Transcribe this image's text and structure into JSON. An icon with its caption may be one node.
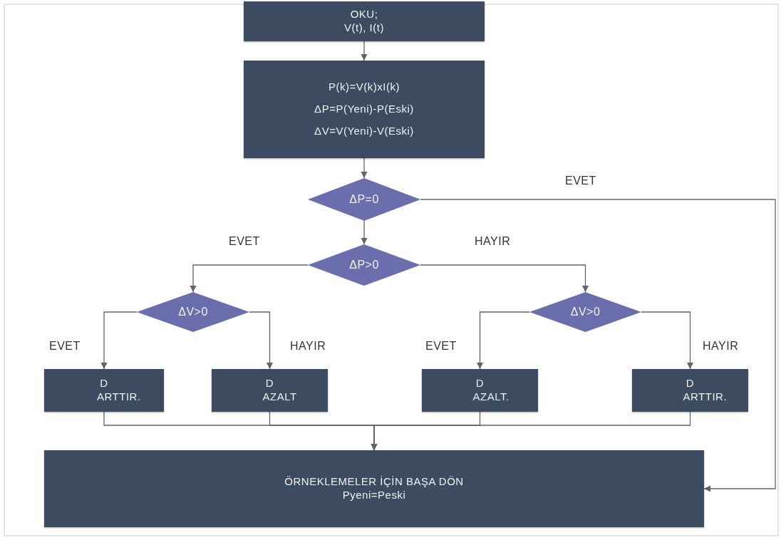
{
  "diagram": {
    "nodes": [
      {
        "text": [
          "OKU; V(t), I(t)"
        ]
      },
      {
        "text": [
          "P(k)=V(k)xI(k)",
          "ΔP=P(Yeni)-P(Eski)",
          "ΔV=V(Yeni)-V(Eski)"
        ]
      },
      {
        "text": [
          "ΔP=0"
        ]
      },
      {
        "text": [
          "ΔP>0"
        ]
      },
      {
        "text": [
          "ΔV>0"
        ]
      },
      {
        "text": [
          "ΔV>0"
        ]
      },
      {
        "text": [
          "D ARTTIR."
        ]
      },
      {
        "text": [
          "D AZALT"
        ]
      },
      {
        "text": [
          "D AZALT."
        ]
      },
      {
        "text": [
          "D ARTTIR."
        ]
      },
      {
        "text": [
          "ÖRNEKLEMELER İÇİN BAŞA DÖN",
          "Pyeni=Peski"
        ]
      }
    ],
    "edges": [
      {
        "from": 0,
        "to": 1,
        "arrow": "to"
      },
      {
        "from": 1,
        "to": 2,
        "arrow": "to"
      },
      {
        "from": 2,
        "to": 3,
        "arrow": "to"
      },
      {
        "from": 2,
        "to": 10,
        "arrow": "to",
        "label": "EVET"
      },
      {
        "from": 3,
        "to": 4,
        "arrow": "to",
        "label": "EVET"
      },
      {
        "from": 3,
        "to": 5,
        "arrow": "to",
        "label": "HAYIR"
      },
      {
        "from": 4,
        "to": 6,
        "arrow": "to",
        "label": "EVET"
      },
      {
        "from": 4,
        "to": 7,
        "arrow": "to",
        "label": "HAYIR"
      },
      {
        "from": 5,
        "to": 8,
        "arrow": "to",
        "label": "EVET"
      },
      {
        "from": 5,
        "to": 9,
        "arrow": "to",
        "label": "HAYIR"
      },
      {
        "from": 6,
        "to": 10,
        "arrow": "to"
      },
      {
        "from": 7,
        "to": 10,
        "arrow": "to"
      },
      {
        "from": 8,
        "to": 10,
        "arrow": "to"
      },
      {
        "from": 9,
        "to": 10,
        "arrow": "to"
      }
    ]
  }
}
